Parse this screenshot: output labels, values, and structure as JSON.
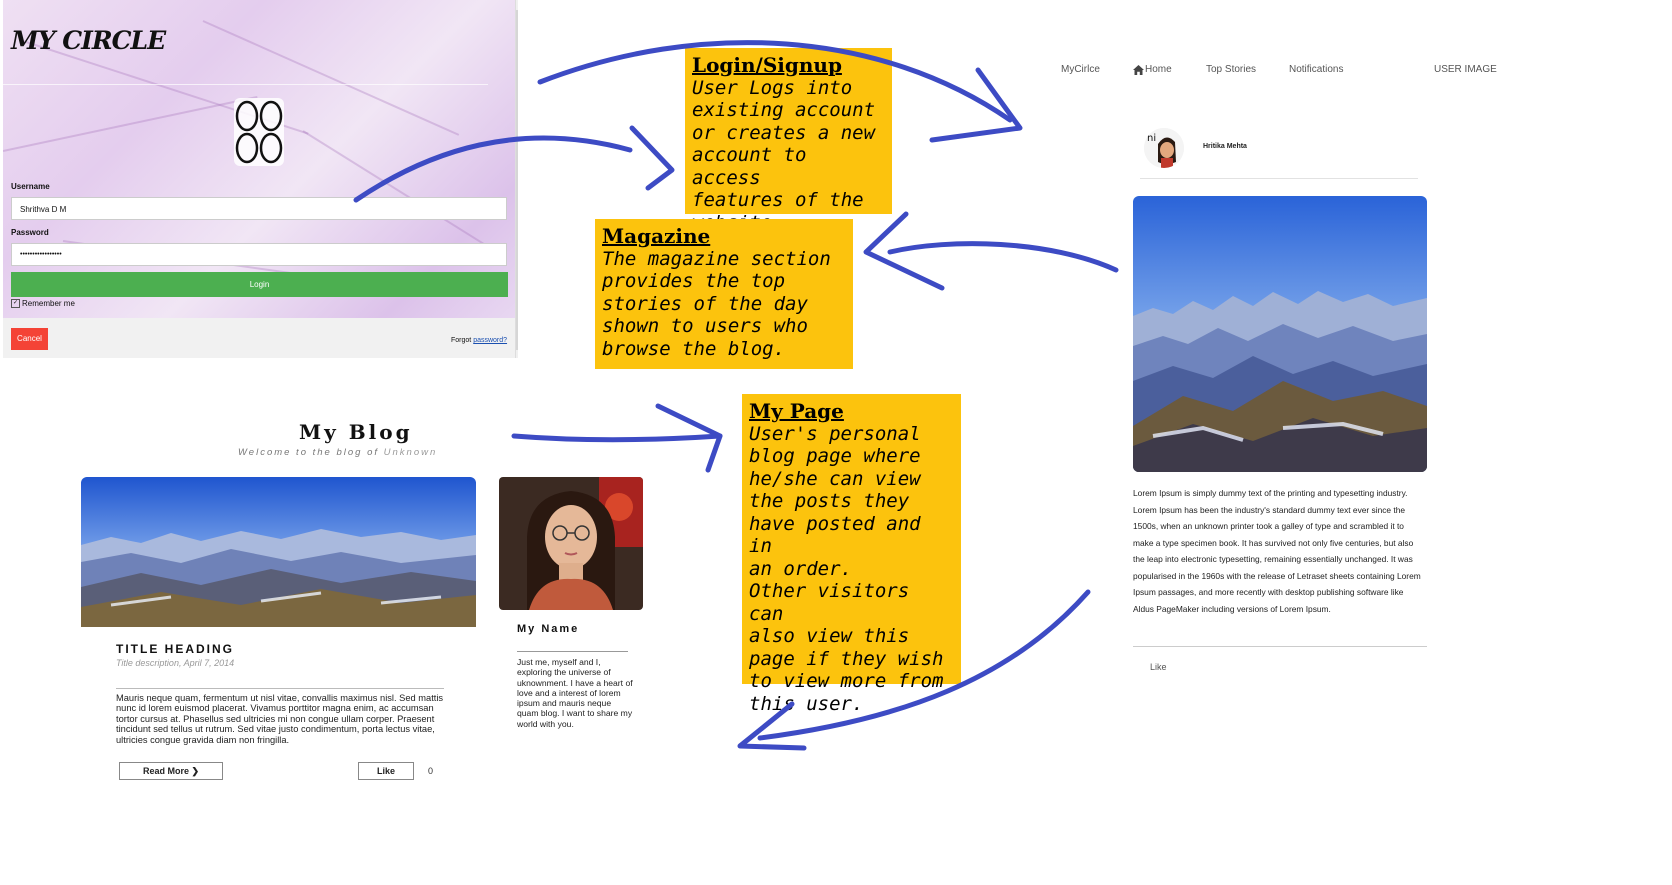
{
  "login": {
    "logo": "MY CIRCLE",
    "username_label": "Username",
    "username_value": "Shrithva D M",
    "password_label": "Password",
    "password_value": "•••••••••••••••••",
    "login_button": "Login",
    "remember_label": "Remember me",
    "cancel_button": "Cancel",
    "forgot_prefix": "Forgot ",
    "forgot_link": "password?"
  },
  "notes": {
    "login": {
      "title": "Login/Signup",
      "text": "User Logs into\nexisting account\nor creates a new\naccount to access\nfeatures of the\nwebsite."
    },
    "magazine": {
      "title": "Magazine",
      "text": "The magazine section\nprovides the top\nstories of the day\nshown to users who\nbrowse the blog."
    },
    "mypage": {
      "title": "My Page",
      "text": "User's personal\nblog page where\nhe/she can view\nthe posts they\nhave posted and in\nan order.\nOther visitors can\nalso view this\npage if they wish\nto view more from\nthis user."
    }
  },
  "mycircle": {
    "nav": {
      "brand": "MyCirlce",
      "home": "Home",
      "top_stories": "Top Stories",
      "notifications": "Notifications",
      "user_image": "USER IMAGE"
    },
    "post": {
      "author": "Hritika Mehta",
      "avatar_text": "hi",
      "body": "Lorem Ipsum is simply dummy text of the printing and typesetting industry. Lorem Ipsum has been the industry's standard dummy text ever since the 1500s, when an unknown printer took a galley of type and scrambled it to make a type specimen book. It has survived not only five centuries, but also the leap into electronic typesetting, remaining essentially unchanged. It was popularised in the 1960s with the release of Letraset sheets containing Lorem Ipsum passages, and more recently with desktop publishing software like Aldus PageMaker including versions of Lorem Ipsum.",
      "like_label": "Like"
    }
  },
  "blog": {
    "title": "My Blog",
    "subtitle_prefix": "Welcome to the blog of ",
    "subtitle_name": "Unknown",
    "post": {
      "heading": "TITLE HEADING",
      "description": "Title description, April 7, 2014",
      "body": "Mauris neque quam, fermentum ut nisl vitae, convallis maximus nisl. Sed mattis nunc id lorem euismod placerat. Vivamus porttitor magna enim, ac accumsan tortor cursus at. Phasellus sed ultricies mi non congue ullam corper. Praesent tincidunt sed tellus ut rutrum. Sed vitae justo condimentum, porta lectus vitae, ultricies congue gravida diam non fringilla.",
      "read_more": "Read More ❯",
      "like_button": "Like",
      "like_count": "0"
    },
    "about": {
      "name": "My Name",
      "bio": "Just me, myself and I, exploring the universe of uknownment. I have a heart of love and a interest of lorem ipsum and mauris neque quam blog. I want to share my world with you."
    }
  },
  "colors": {
    "note_yellow": "#fcc30d",
    "arrow_blue": "#3d4bc4",
    "login_green": "#4caf50",
    "cancel_red": "#f44336"
  }
}
